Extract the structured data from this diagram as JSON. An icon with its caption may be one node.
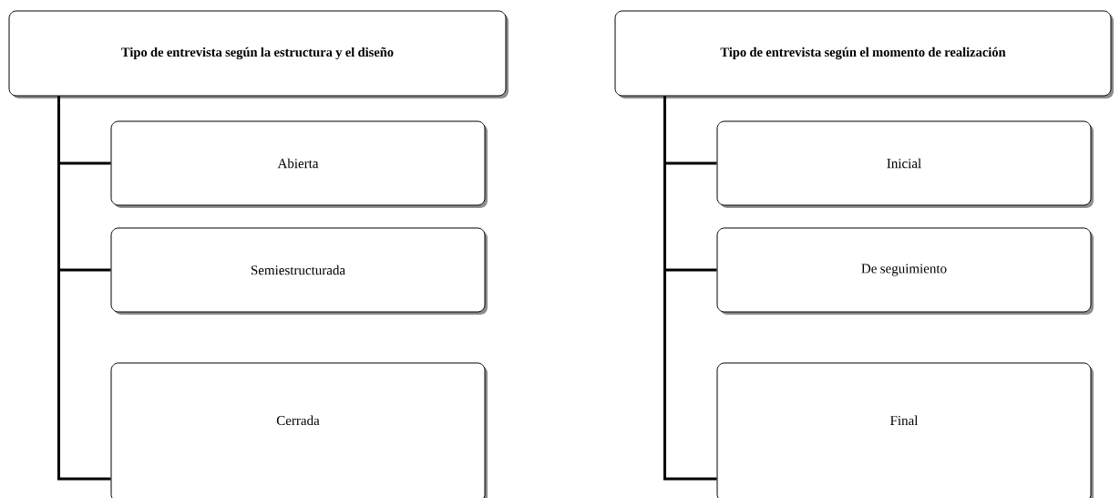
{
  "diagram": {
    "nodes": [
      {
        "text": [
          "Tipo de entrevista según la estructura y el diseño"
        ]
      },
      {
        "text": [
          "Abierta"
        ]
      },
      {
        "text": [
          "Semiestructurada"
        ]
      },
      {
        "text": [
          "Cerrada"
        ]
      },
      {
        "text": [
          "Tipo de entrevista según el momento de realización"
        ]
      },
      {
        "text": [
          "Inicial"
        ]
      },
      {
        "text": [
          "De seguimiento"
        ]
      },
      {
        "text": [
          "Final"
        ]
      }
    ],
    "edges": [
      {
        "from": 0,
        "to": 1,
        "arrow": "none"
      },
      {
        "from": 0,
        "to": 2,
        "arrow": "none"
      },
      {
        "from": 0,
        "to": 3,
        "arrow": "none"
      },
      {
        "from": 4,
        "to": 5,
        "arrow": "none"
      },
      {
        "from": 4,
        "to": 6,
        "arrow": "none"
      },
      {
        "from": 4,
        "to": 7,
        "arrow": "none"
      }
    ]
  }
}
